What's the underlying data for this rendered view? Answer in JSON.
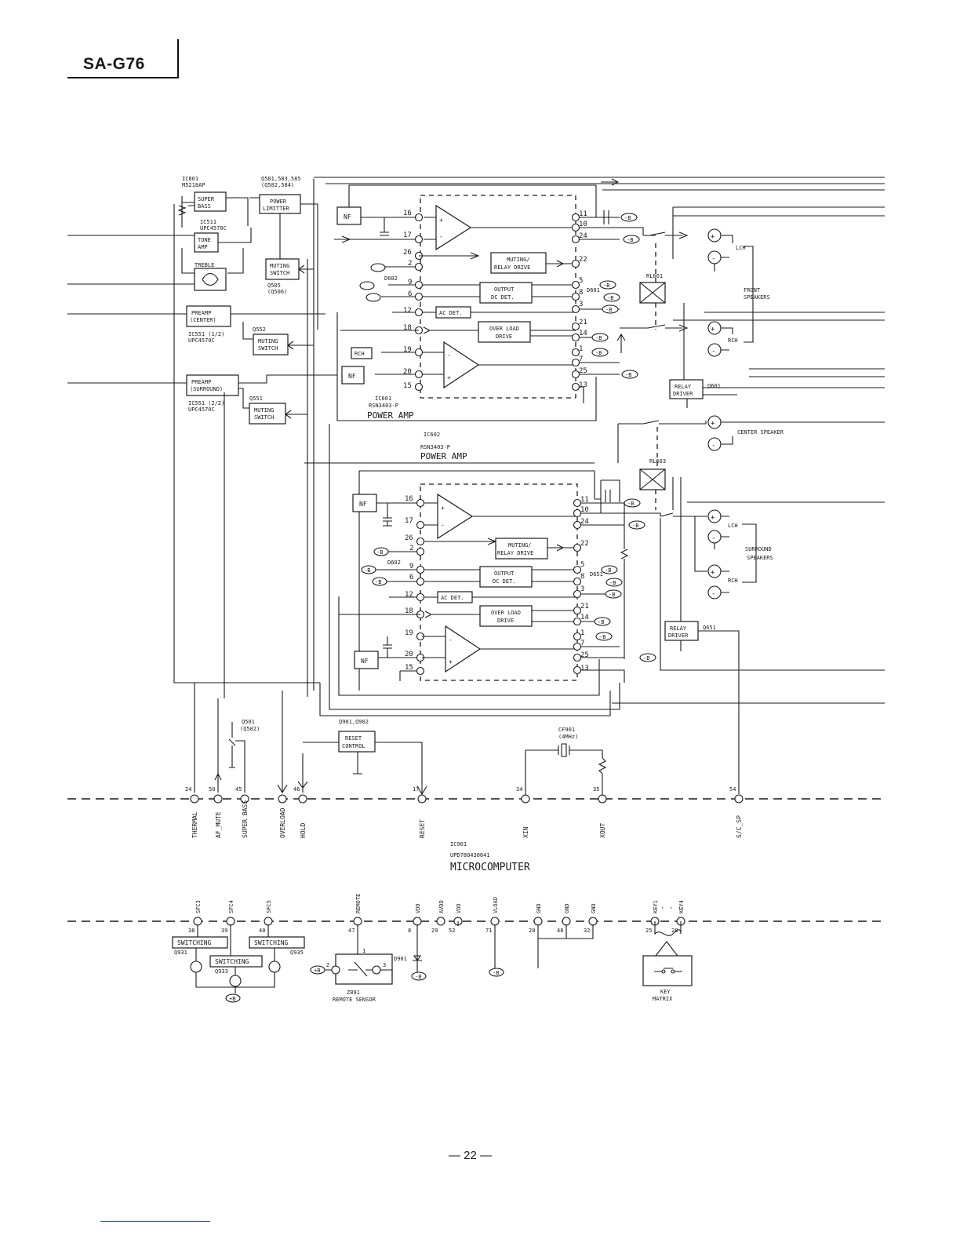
{
  "header": {
    "model": "SA-G76"
  },
  "page_number": "— 22 —",
  "blocks": {
    "super_bass": "SUPER BASS",
    "tone_amp": "TONE AMP",
    "treble": "TREBLE",
    "power_limitter": "POWER LIMITTER",
    "muting_switch": "MUTING SWITCH",
    "preamp_center": "PREAMP (CENTER)",
    "preamp_surround": "PREAMP (SURROUND)",
    "nf": "NF",
    "rch": "RCH",
    "muting_relay_drive": "MUTING/ RELAY DRIVE",
    "output_dc_det": "OUTPUT DC DET.",
    "ac_det": "AC DET.",
    "over_load_drive": "OVER LOAD DRIVE",
    "relay_driver": "RELAY DRIVER",
    "reset_control": "RESET CONTROL",
    "switching": "SWITCHING",
    "key_matrix": "KEY MATRIX",
    "remote_sensor": "REMOTE SENSOR"
  },
  "parts": {
    "ic801": "IC801",
    "ic801_type": "M5218AP",
    "q581": "Q581,583,585",
    "q581b": "(Q582,584)",
    "ic511": "IC511",
    "ic511_type": "UPC4570C",
    "q505": "Q505",
    "q506": "(Q506)",
    "ic551a": "IC551 (1/2)",
    "ic551a_type": "UPC4570C",
    "ic551b": "IC551 (2/2)",
    "ic551b_type": "UPC4570C",
    "q552": "Q552",
    "q551": "Q551",
    "ic601": "IC601",
    "ic601_type": "RSN3403-P",
    "power_amp": "POWER AMP",
    "ic602": "IC602",
    "ic602_type": "RSN3403-P",
    "d602": "D602",
    "d601": "D601",
    "d651": "D651",
    "rl601": "RL601",
    "rl603": "RL603",
    "q601": "Q601",
    "q651": "Q651",
    "q501": "Q501",
    "q502": "(Q502)",
    "q901": "Q901,Q902",
    "cf901": "CF901",
    "cf901_freq": "(4MHz)",
    "ic901": "IC901",
    "ic901_type": "UPD780430041",
    "microcomputer": "MICROCOMPUTER",
    "q931": "Q931",
    "q933": "Q933",
    "q935": "Q935",
    "z891": "Z891",
    "d901": "D901",
    "b_plus": "B"
  },
  "speakers": {
    "lch": "LCH",
    "rch": "RCH",
    "front": "FRONT SPEAKERS",
    "center": "CENTER SPEAKER",
    "surround": "SURROUND SPEAKERS"
  },
  "amp_pins": {
    "pin16": "16",
    "pin17": "17",
    "pin26": "26",
    "pin2": "2",
    "pin9": "9",
    "pin6": "6",
    "pin12": "12",
    "pin18": "18",
    "pin19": "19",
    "pin20": "20",
    "pin15": "15",
    "pin11": "11",
    "pin10": "10",
    "pin24": "24",
    "pin22": "22",
    "pin5": "5",
    "pin8": "8",
    "pin3": "3",
    "pin21": "21",
    "pin14": "14",
    "pin1": "1",
    "pin7": "7",
    "pin25": "25",
    "pin13": "13"
  },
  "mcu_pins_top": [
    {
      "num": "24",
      "label": "THERMAL"
    },
    {
      "num": "50",
      "label": "AF_MUTE"
    },
    {
      "num": "45",
      "label": "SUPER BASS"
    },
    {
      "num": "",
      "label": "OVERLOAD"
    },
    {
      "num": "46",
      "label": "HOLD"
    },
    {
      "num": "17",
      "label": "RESET"
    },
    {
      "num": "34",
      "label": "XIN"
    },
    {
      "num": "35",
      "label": "XOUT"
    },
    {
      "num": "54",
      "label": "S/C_SP"
    }
  ],
  "mcu_pins_bottom": [
    {
      "num": "38",
      "label": "SFC3"
    },
    {
      "num": "39",
      "label": "SFC4"
    },
    {
      "num": "40",
      "label": "SFC5"
    },
    {
      "num": "47",
      "label": "REMOTE"
    },
    {
      "num": "8",
      "label": "VDD"
    },
    {
      "num": "29",
      "label": "AVDD"
    },
    {
      "num": "52",
      "label": "VDD"
    },
    {
      "num": "71",
      "label": "VLOAD"
    },
    {
      "num": "20",
      "label": "GND"
    },
    {
      "num": "48",
      "label": "GND"
    },
    {
      "num": "32",
      "label": "GND"
    },
    {
      "num": "25",
      "label": "KEY1"
    },
    {
      "num": "28",
      "label": "KEY4"
    }
  ]
}
